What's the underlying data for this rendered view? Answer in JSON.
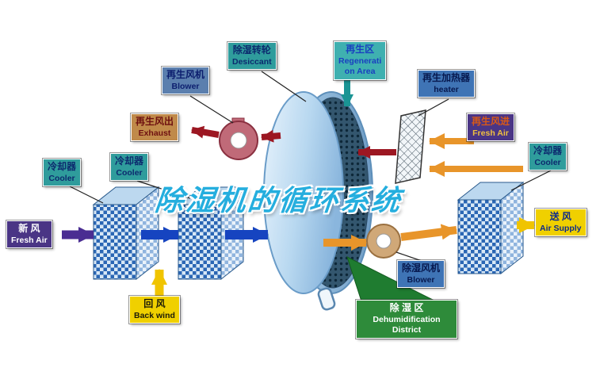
{
  "title": "除湿机的循环系统",
  "labels": {
    "regen_blower": {
      "zh": "再生风机",
      "en": "Blower"
    },
    "desiccant": {
      "zh": "除湿转轮",
      "en": "Desiccant"
    },
    "regen_area": {
      "zh": "再生区",
      "en1": "Regenerati",
      "en2": "on Area"
    },
    "heater": {
      "zh": "再生加热器",
      "en": "heater"
    },
    "exhaust": {
      "zh": "再生风出",
      "en": "Exhaust"
    },
    "cooler_left_outer": {
      "zh": "冷却器",
      "en": "Cooler"
    },
    "cooler_left_inner": {
      "zh": "冷却器",
      "en": "Cooler"
    },
    "cooler_right": {
      "zh": "冷却器",
      "en": "Cooler"
    },
    "regen_fresh_air": {
      "zh": "再生风进",
      "en": "Fresh Air"
    },
    "fresh_air": {
      "zh": "新  风",
      "en": "Fresh Air"
    },
    "air_supply": {
      "zh": "送  风",
      "en": "Air Supply"
    },
    "back_wind": {
      "zh": "回  风",
      "en": "Back wind"
    },
    "dehumid_blower": {
      "zh": "除湿风机",
      "en": "Blower"
    },
    "dehumid_district": {
      "zh": "除  湿  区",
      "en1": "Dehumidification",
      "en2": "District"
    }
  },
  "colors": {
    "arrow-blue": "#1644c0",
    "arrow-purple": "#4a2d92",
    "arrow-yellow": "#f0c400",
    "arrow-orange": "#e8952a",
    "arrow-red": "#9c1722",
    "arrow-teal": "#1a9494",
    "label-teal": "#2f9c9c",
    "label-blue": "#3f74b5",
    "label-slate": "#5b7fae",
    "label-tan": "#c08a4a",
    "label-purple": "#4a3585",
    "label-yellow": "#f0d000",
    "label-green": "#2e8b3a",
    "title-color": "#25aede"
  }
}
